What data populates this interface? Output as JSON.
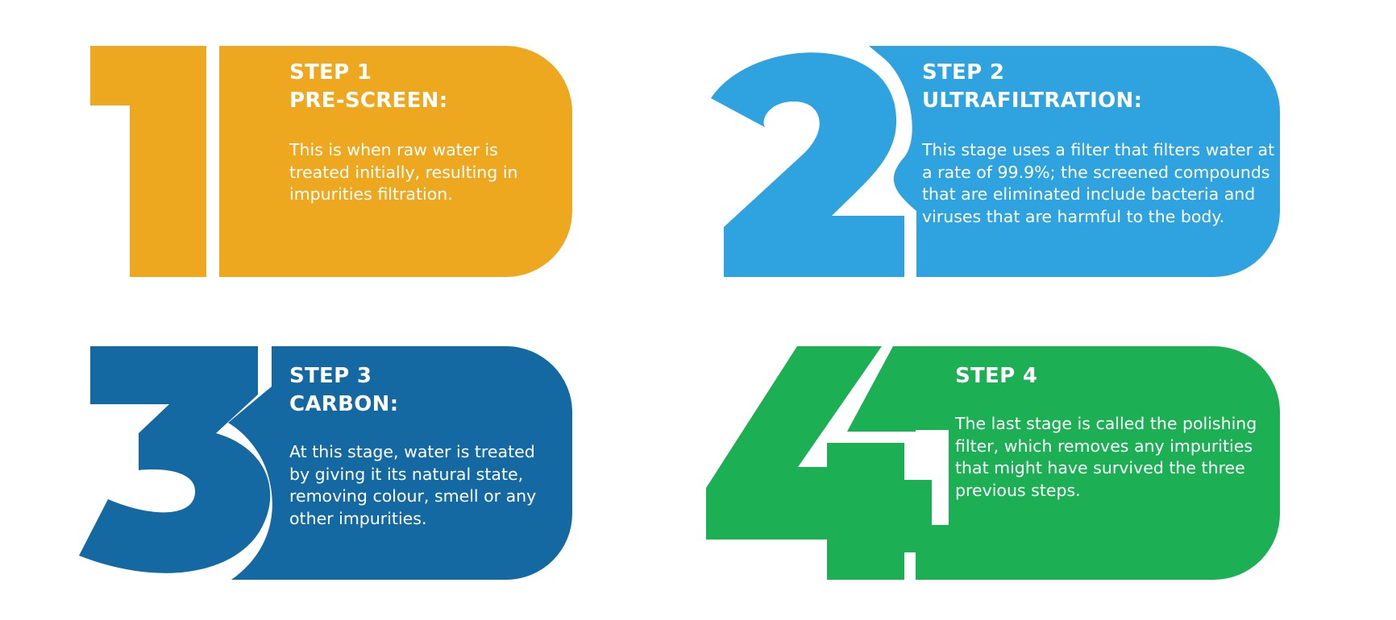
{
  "colors": {
    "step1": "#eea820",
    "step2": "#2ea3df",
    "step3": "#1569a3",
    "step4": "#1caf54",
    "text": "#ffffff",
    "background": "#ffffff"
  },
  "steps": [
    {
      "numeral": "1",
      "title_line1": "STEP 1",
      "title_line2": "PRE-SCREEN:",
      "description": "This is when raw water is treated initially, resulting in impurities filtration."
    },
    {
      "numeral": "2",
      "title_line1": "STEP 2",
      "title_line2": "ULTRAFILTRATION:",
      "description": "This stage uses a filter that filters water at a rate of 99.9%; the screened compounds that are eliminated include bacteria and viruses that are harmful to the body."
    },
    {
      "numeral": "3",
      "title_line1": "STEP 3",
      "title_line2": "CARBON:",
      "description": "At this stage, water is treated by giving it its natural state, removing colour, smell or any other impurities."
    },
    {
      "numeral": "4",
      "title_line1": "STEP 4",
      "title_line2": "",
      "description": "The last stage is called the polishing filter, which removes any impurities that might have survived the three previous steps."
    }
  ]
}
